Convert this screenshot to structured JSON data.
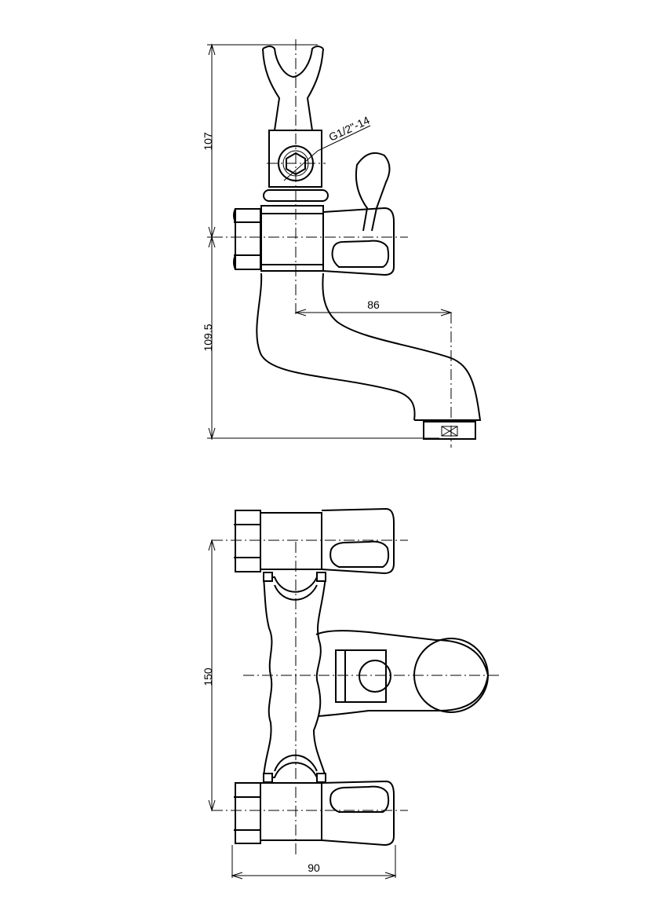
{
  "drawing": {
    "thread_label": "G1/2\"-14",
    "side_view": {
      "height_upper": "107",
      "height_lower": "109.5",
      "spout_reach": "86"
    },
    "top_view": {
      "inlet_spacing": "150",
      "width": "90"
    }
  }
}
